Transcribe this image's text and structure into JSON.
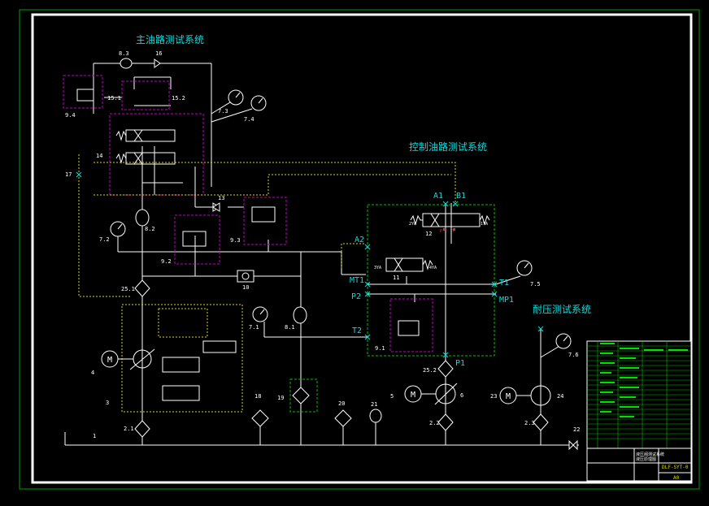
{
  "captions": {
    "main_circuit": "主油路测试系统",
    "control_circuit": "控制油路测试系统",
    "pressure_test": "耐压测试系统"
  },
  "ports": {
    "A1": "A1",
    "B1": "B1",
    "A2": "A2",
    "MT1": "MT1",
    "T1": "T1",
    "P2": "P2",
    "MP1": "MP1",
    "T2": "T2",
    "P1": "P1"
  },
  "labels": {
    "l_8_3": "8.3",
    "l_16": "16",
    "l_15_1": "15.1",
    "l_15_2": "15.2",
    "l_9_4": "9.4",
    "l_7_3": "7.3",
    "l_7_4": "7.4",
    "l_14": "14",
    "l_17": "17",
    "l_13": "13",
    "l_7_2": "7.2",
    "l_8_2": "8.2",
    "l_9_2": "9.2",
    "l_9_3": "9.3",
    "l_10": "10",
    "l_25_1": "25.1",
    "l_4": "4",
    "l_3": "3",
    "l_2_1": "2.1",
    "l_1": "1",
    "l_7_1": "7.1",
    "l_8_1": "8.1",
    "l_18": "18",
    "l_19": "19",
    "l_20": "20",
    "l_21": "21",
    "l_5": "5",
    "l_6": "6",
    "l_25_2": "25.2",
    "l_2_2": "2.2",
    "l_12": "12",
    "l_11": "11",
    "l_9_1": "9.1",
    "l_7_5": "7.5",
    "l_7_6": "7.6",
    "l_23": "23",
    "l_24": "24",
    "l_2_3": "2.3",
    "l_22": "22",
    "l_2YA": "2YA",
    "l_1YA": "1YA",
    "l_3YA": "3YA",
    "l_4YA": "4YA",
    "l_p": "P",
    "l_t": "T"
  },
  "motor_symbol": "M",
  "title_block": {
    "title_line_1": "液压阀测试系统",
    "title_line_2": "液压原理图",
    "drawing_no": "DLF-SYT-0",
    "sheet": "A0"
  },
  "colors": {
    "background": "#000000",
    "frame": "#00c000",
    "lines": "#ffffff",
    "caption": "#00e0e0",
    "magenta_box": "#c000c0",
    "yellow_dash": "#d8d800",
    "green": "#00ff00",
    "red": "#ff2020"
  }
}
